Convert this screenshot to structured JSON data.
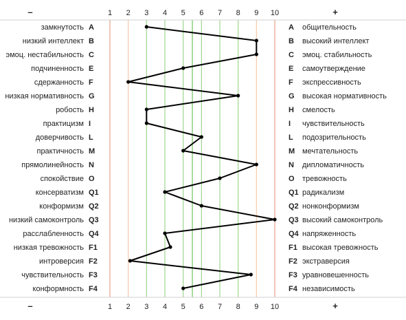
{
  "chart_data": {
    "type": "line",
    "header": {
      "left": "–",
      "right": "+"
    },
    "footer": {
      "left": "–",
      "right": "+"
    },
    "scale": [
      1,
      2,
      3,
      4,
      5,
      6,
      7,
      8,
      9,
      10
    ],
    "xlim": [
      1,
      10
    ],
    "rows": [
      {
        "code": "A",
        "left": "замкнутость",
        "right": "общительность",
        "value": 3
      },
      {
        "code": "B",
        "left": "низкий интеллект",
        "right": "высокий интеллект",
        "value": 9
      },
      {
        "code": "C",
        "left": "эмоц. нестабильность",
        "right": "эмоц. стабильность",
        "value": 9
      },
      {
        "code": "E",
        "left": "подчиненность",
        "right": "самоутверждение",
        "value": 5
      },
      {
        "code": "F",
        "left": "сдержанность",
        "right": "экспрессивность",
        "value": 2
      },
      {
        "code": "G",
        "left": "низкая нормативность",
        "right": "высокая нормативность",
        "value": 8
      },
      {
        "code": "H",
        "left": "робость",
        "right": "смелость",
        "value": 3
      },
      {
        "code": "I",
        "left": "практицизм",
        "right": "чувствительность",
        "value": 3
      },
      {
        "code": "L",
        "left": "доверчивость",
        "right": "подозрительность",
        "value": 6
      },
      {
        "code": "M",
        "left": "практичность",
        "right": "мечтательность",
        "value": 5
      },
      {
        "code": "N",
        "left": "прямолинейность",
        "right": "дипломатичность",
        "value": 9
      },
      {
        "code": "O",
        "left": "спокойствие",
        "right": "тревожность",
        "value": 7
      },
      {
        "code": "Q1",
        "left": "консерватизм",
        "right": "радикализм",
        "value": 4
      },
      {
        "code": "Q2",
        "left": "конформизм",
        "right": "нонконформизм",
        "value": 6
      },
      {
        "code": "Q3",
        "left": "низкий самоконтроль",
        "right": "высокий самоконтроль",
        "value": 10
      },
      {
        "code": "Q4",
        "left": "расслабленность",
        "right": "напряженность",
        "value": 4
      },
      {
        "code": "F1",
        "left": "низкая тревожность",
        "right": "высокая тревожность",
        "value": 4.3
      },
      {
        "code": "F2",
        "left": "интроверсия",
        "right": "экстраверсия",
        "value": 2.1
      },
      {
        "code": "F3",
        "left": "чувствительность",
        "right": "уравновешенность",
        "value": 8.7
      },
      {
        "code": "F4",
        "left": "конформность",
        "right": "независимость",
        "value": 5
      }
    ],
    "grid_lines": [
      {
        "value": 1,
        "color": "#e8a08a"
      },
      {
        "value": 2,
        "color": "#f5c9a6"
      },
      {
        "value": 3,
        "color": "#9ed68f"
      },
      {
        "value": 4,
        "color": "#9ed68f"
      },
      {
        "value": 5,
        "color": "#9ed68f"
      },
      {
        "value": 5.5,
        "color": "#6fc25e"
      },
      {
        "value": 6,
        "color": "#9ed68f"
      },
      {
        "value": 7,
        "color": "#9ed68f"
      },
      {
        "value": 8,
        "color": "#9ed68f"
      },
      {
        "value": 9,
        "color": "#f5c9a6"
      },
      {
        "value": 10,
        "color": "#e8a08a"
      }
    ],
    "colors": {
      "line": "#000000",
      "marker": "#000000",
      "text": "#222222",
      "rule": "#d0d0d0"
    }
  }
}
